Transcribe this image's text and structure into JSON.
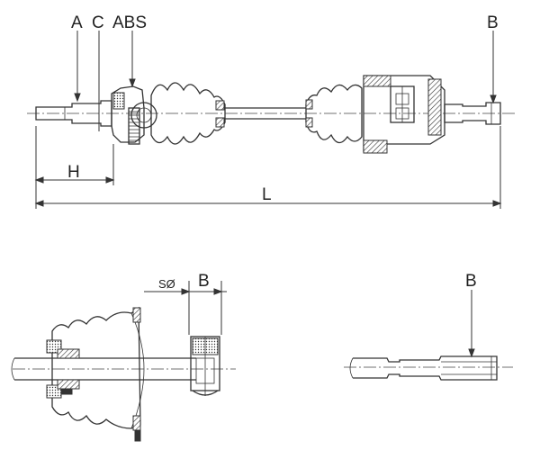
{
  "labels": {
    "a": "A",
    "c": "C",
    "abs": "ABS",
    "b_top": "B",
    "h": "H",
    "l": "L",
    "s_diameter": "SØ",
    "b_left": "B",
    "b_right": "B"
  }
}
